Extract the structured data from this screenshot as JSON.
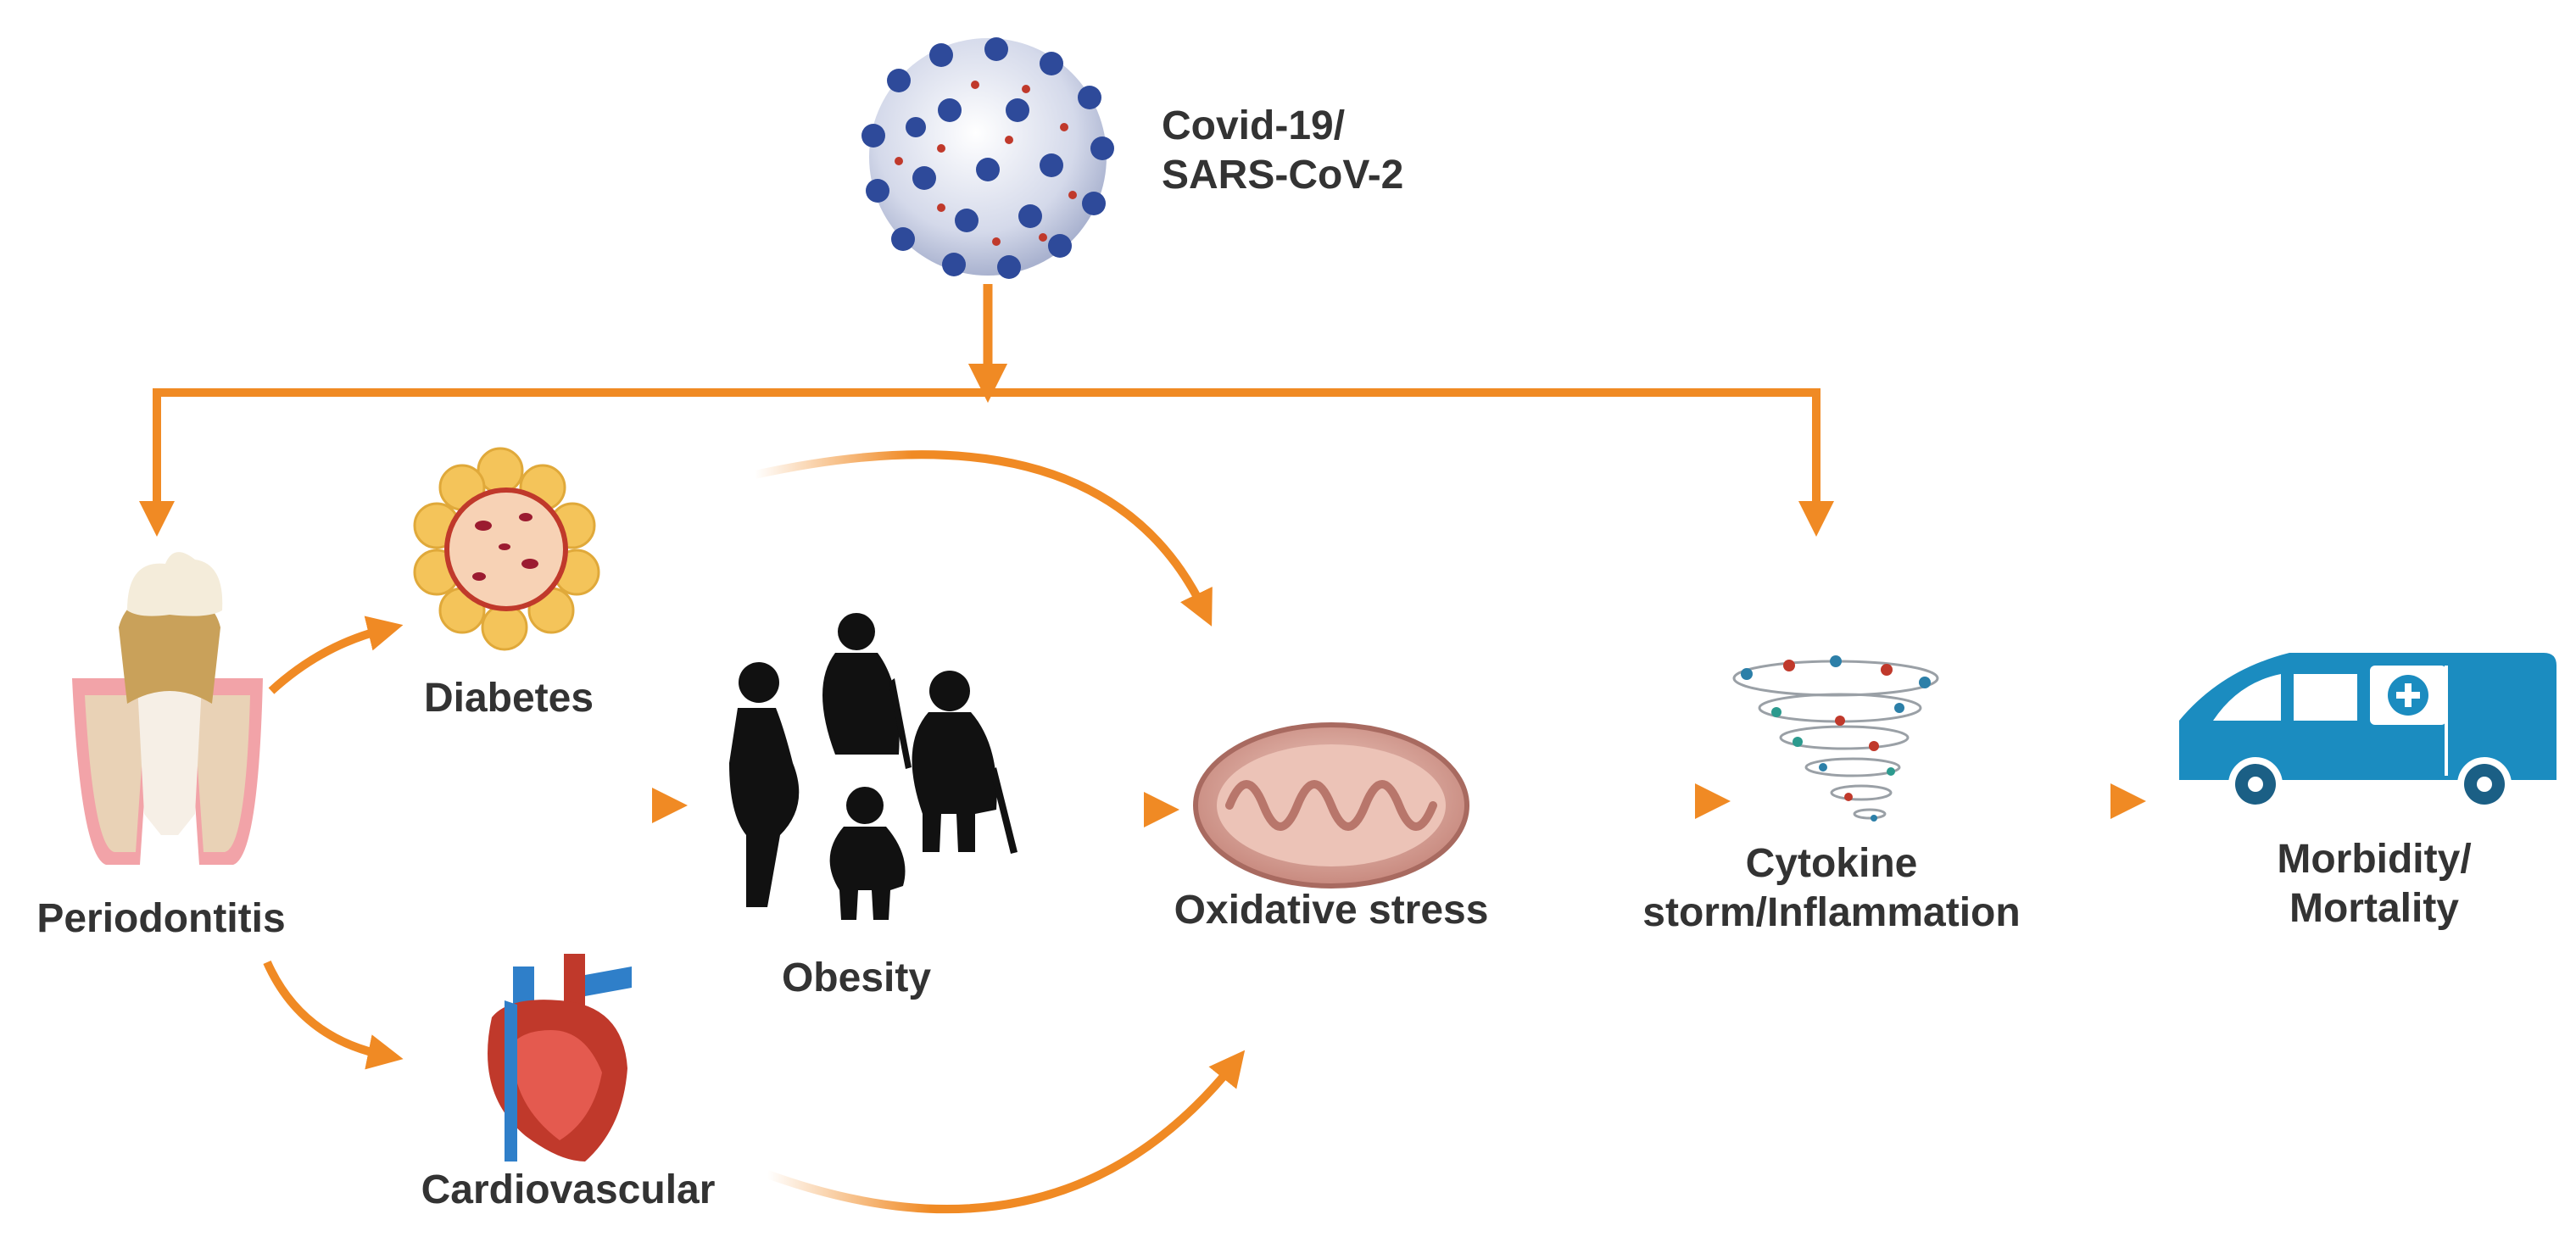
{
  "colors": {
    "arrow": "#F08A24",
    "virus_body": "#C9CFE3",
    "virus_spike": "#2E4A9A",
    "virus_dot": "#C0392B",
    "silhouette": "#111111",
    "label_text": "#333333",
    "ambulance": "#1B8CC0",
    "mito_outer": "#C98E86",
    "heart_red": "#C0392B",
    "heart_blue": "#2F7FC9",
    "gum": "#F2A3A8",
    "fat_cell": "#F4C45A"
  },
  "nodes": {
    "virus": {
      "icon": "coronavirus-icon",
      "line1": "Covid-19/",
      "line2": "SARS-CoV-2"
    },
    "periodontitis": {
      "icon": "tooth-icon",
      "label": "Periodontitis"
    },
    "diabetes": {
      "icon": "adipose-cell-icon",
      "label": "Diabetes"
    },
    "cardiovascular": {
      "icon": "heart-icon",
      "label": "Cardiovascular"
    },
    "obesity": {
      "icon": "obese-people-icon",
      "label": "Obesity"
    },
    "oxidative": {
      "icon": "mitochondrion-icon",
      "label": "Oxidative stress"
    },
    "cytokine": {
      "icon": "cytokine-tornado-icon",
      "line1": "Cytokine",
      "line2": "storm/Inflammation"
    },
    "outcome": {
      "icon": "ambulance-icon",
      "line1": "Morbidity/",
      "line2": "Mortality"
    }
  }
}
